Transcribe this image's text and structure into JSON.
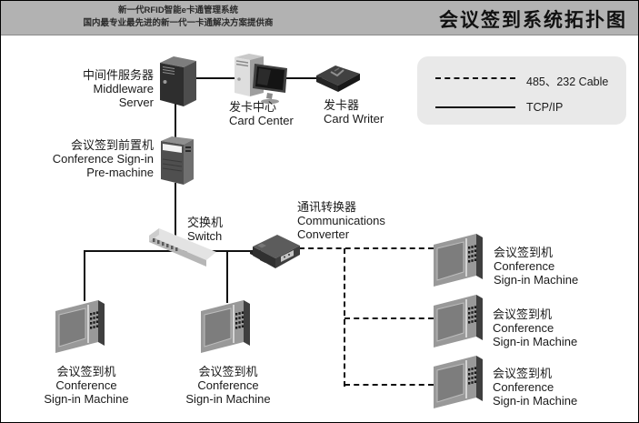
{
  "header": {
    "tagline_line1": "新一代RFID智能e卡通管理系统",
    "tagline_line2": "国内最专业最先进的新一代一卡通解决方案提供商",
    "title": "会议签到系统拓扑图"
  },
  "legend": {
    "dashed_label": "485、232 Cable",
    "solid_label": "TCP/IP"
  },
  "nodes": {
    "middleware": {
      "zh": "中间件服务器",
      "en1": "Middleware",
      "en2": "Server"
    },
    "card_center": {
      "zh": "发卡中心",
      "en1": "Card Center"
    },
    "card_writer": {
      "zh": "发卡器",
      "en1": "Card Writer"
    },
    "pre_machine": {
      "zh": "会议签到前置机",
      "en1": "Conference Sign-in",
      "en2": "Pre-machine"
    },
    "switch": {
      "zh": "交换机",
      "en1": "Switch"
    },
    "converter": {
      "zh": "通讯转换器",
      "en1": "Communications",
      "en2": "Converter"
    },
    "signin_machine": {
      "zh": "会议签到机",
      "en1": "Conference",
      "en2": "Sign-in Machine"
    }
  },
  "colors": {
    "header_bar": "#b2b2b2",
    "legend_box": "#e9e9e9",
    "cable_line": "#111111",
    "text": "#1a1a1a"
  }
}
